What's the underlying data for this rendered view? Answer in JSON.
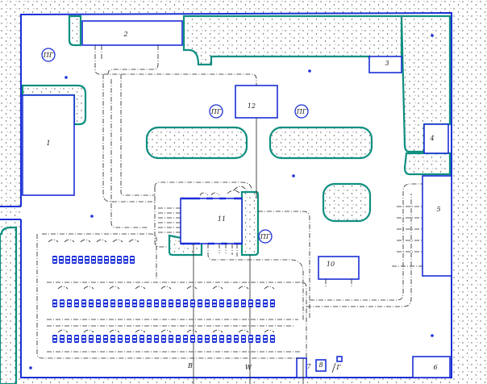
{
  "colors": {
    "boundary": "#1a2fd6",
    "green_zone": "#0f8f80",
    "line": "#222222",
    "background": "#ffffff",
    "hatch": "#555555"
  },
  "buildings": [
    {
      "id": "b1",
      "label": "1"
    },
    {
      "id": "b2",
      "label": "2"
    },
    {
      "id": "b3",
      "label": "3"
    },
    {
      "id": "b4",
      "label": "4"
    },
    {
      "id": "b5",
      "label": "5"
    },
    {
      "id": "b6",
      "label": "6"
    },
    {
      "id": "b7",
      "label": "7"
    },
    {
      "id": "b8",
      "label": "8"
    },
    {
      "id": "b10",
      "label": "10"
    },
    {
      "id": "b11",
      "label": "11"
    },
    {
      "id": "b12",
      "label": "12"
    }
  ],
  "hydrants": [
    {
      "label": "ПГ"
    },
    {
      "label": "ПГ"
    },
    {
      "label": "ПГ"
    },
    {
      "label": "ПГ"
    }
  ],
  "markers": {
    "b": "В",
    "w": "W",
    "g": "Г"
  }
}
